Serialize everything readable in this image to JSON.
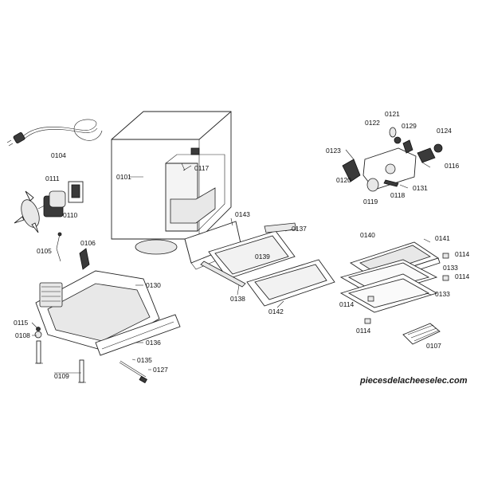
{
  "diagram": {
    "labels": {
      "p0104": "0104",
      "p0111": "0111",
      "p0110": "0110",
      "p0105": "0105",
      "p0106": "0106",
      "p0101": "0101",
      "p0117": "0117",
      "p0143": "0143",
      "p0137": "0137",
      "p0139": "0139",
      "p0138": "0138",
      "p0142": "0142",
      "p0130": "0130",
      "p0115": "0115",
      "p0108": "0108",
      "p0136": "0136",
      "p0135": "0135",
      "p0127": "0127",
      "p0109": "0109",
      "p0121": "0121",
      "p0122": "0122",
      "p0129": "0129",
      "p0124": "0124",
      "p0123": "0123",
      "p0116": "0116",
      "p0120": "0120",
      "p0131": "0131",
      "p0119": "0119",
      "p0118": "0118",
      "p0140": "0140",
      "p0141": "0141",
      "p0114a": "0114",
      "p0133a": "0133",
      "p0114b": "0114",
      "p0114c": "0114",
      "p0133b": "0133",
      "p0114d": "0114",
      "p0107": "0107"
    },
    "watermark": "piecesdelacheeselec.com"
  }
}
